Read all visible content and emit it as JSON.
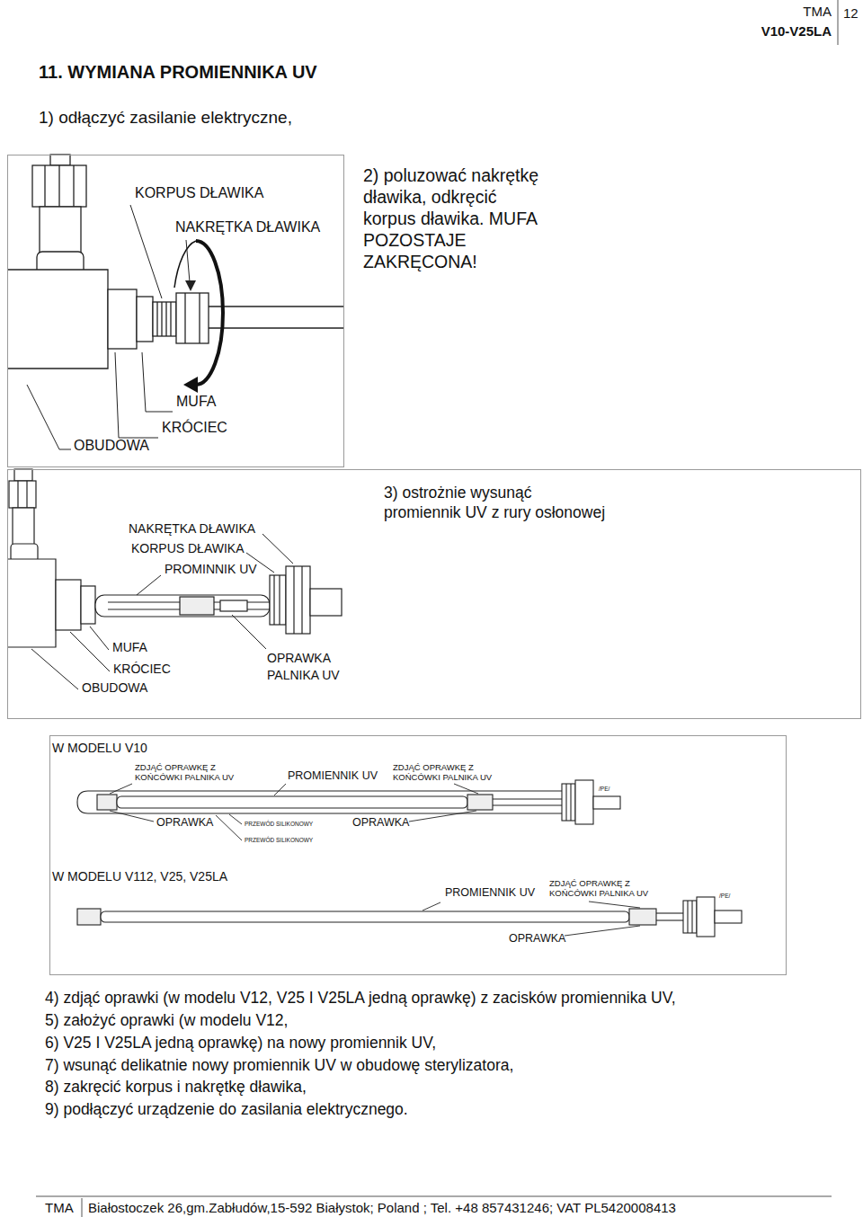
{
  "diagram": {
    "title": "11. WYMIANA PROMIENNIKA UV",
    "nodes": [
      {
        "text": [
          "KORPUS DŁAWIKA",
          "NAKRĘTKA DŁAWIKA",
          "MUFA",
          "KRÓCIEC",
          "OBUDOWA"
        ]
      },
      {
        "text": [
          "3) ostrożnie wysunąć promiennik UV z rury osłonowej",
          "NAKRĘTKA DŁAWIKA",
          "KORPUS DŁAWIKA",
          "PROMINNIK UV",
          "MUFA",
          "KRÓCIEC",
          "OBUDOWA",
          "OPRAWKA PALNIKA UV"
        ]
      },
      {
        "text": [
          "W MODELU V10",
          "ZDJĄĆ OPRAWKĘ Z KOŃCÓWKI PALNIKA UV",
          "PROMIENNIK UV",
          "ZDJĄĆ OPRAWKĘ Z KOŃCÓWKI PALNIKA UV",
          "/PE/",
          "OPRAWKA",
          "PRZEWÓD SILIKONOWY",
          "OPRAWKA",
          "PRZEWÓD SILIKONOWY",
          "W MODELU V112, V25, V25LA",
          "PROMIENNIK UV",
          "ZDJĄĆ OPRAWKĘ Z KOŃCÓWKI PALNIKA UV",
          "/PE/",
          "OPRAWKA"
        ]
      }
    ],
    "labels": [
      "TMA",
      "V10-V25LA",
      "12",
      "1) odłączyć zasilanie elektryczne,",
      "2) poluzować nakrętkę dławika, odkręcić korpus dławika. MUFA POZOSTAJE ZAKRĘCONA!",
      "4) zdjąć oprawki (w modelu V12, V25 I V25LA jedną oprawkę) z zacisków promiennika UV,",
      "5) założyć oprawki (w modelu V12,",
      "6) V25 I V25LA jedną oprawkę) na nowy promiennik UV,",
      "7) wsunąć delikatnie nowy promiennik UV w obudowę sterylizatora,",
      "8) zakręcić korpus i nakrętkę dławika,",
      "9) podłączyć urządzenie do zasilania elektrycznego.",
      "TMA",
      "Białostoczek 26,gm.Zabłudów,15-592 Białystok; Poland ; Tel. +48 857431246; VAT PL5420008413"
    ]
  }
}
